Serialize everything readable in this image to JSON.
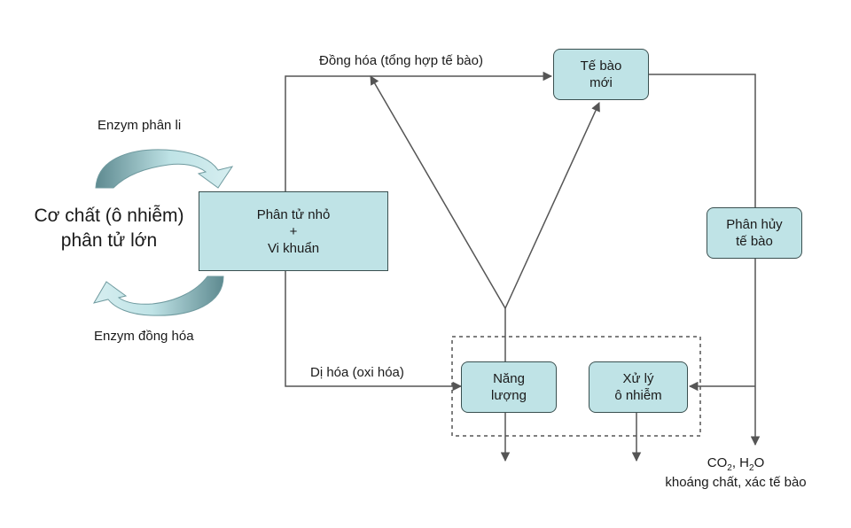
{
  "nodes": {
    "substrate": {
      "line1": "Cơ chất (ô nhiễm)",
      "line2": "phân tử lớn"
    },
    "small_molecules": {
      "line1": "Phân tử nhỏ",
      "line2": "+",
      "line3": "Vi khuẩn"
    },
    "new_cells": {
      "line1": "Tế bào",
      "line2": "mới"
    },
    "cell_decomposition": {
      "line1": "Phân hủy",
      "line2": "tế bào"
    },
    "energy": {
      "line1": "Năng",
      "line2": "lượng"
    },
    "pollution_treatment": {
      "line1": "Xử lý",
      "line2": "ô nhiễm"
    }
  },
  "labels": {
    "enzyme_dissociation": "Enzym phân li",
    "enzyme_assimilation": "Enzym đồng hóa",
    "assimilation_path": "Đồng hóa (tổng hợp tế bào)",
    "dissimilation_path": "Dị hóa (oxi hóa)",
    "products": {
      "co2": "CO",
      "co2_sub": "2",
      "sep": ", ",
      "h2o_h": "H",
      "h2o_sub": "2",
      "h2o_o": "O",
      "line2": "khoáng chất, xác tế bào"
    }
  },
  "colors": {
    "box_fill": "#bfe3e6",
    "box_border": "#3a5050",
    "line": "#555555",
    "cycle_arrow": "#6f9a9f"
  }
}
